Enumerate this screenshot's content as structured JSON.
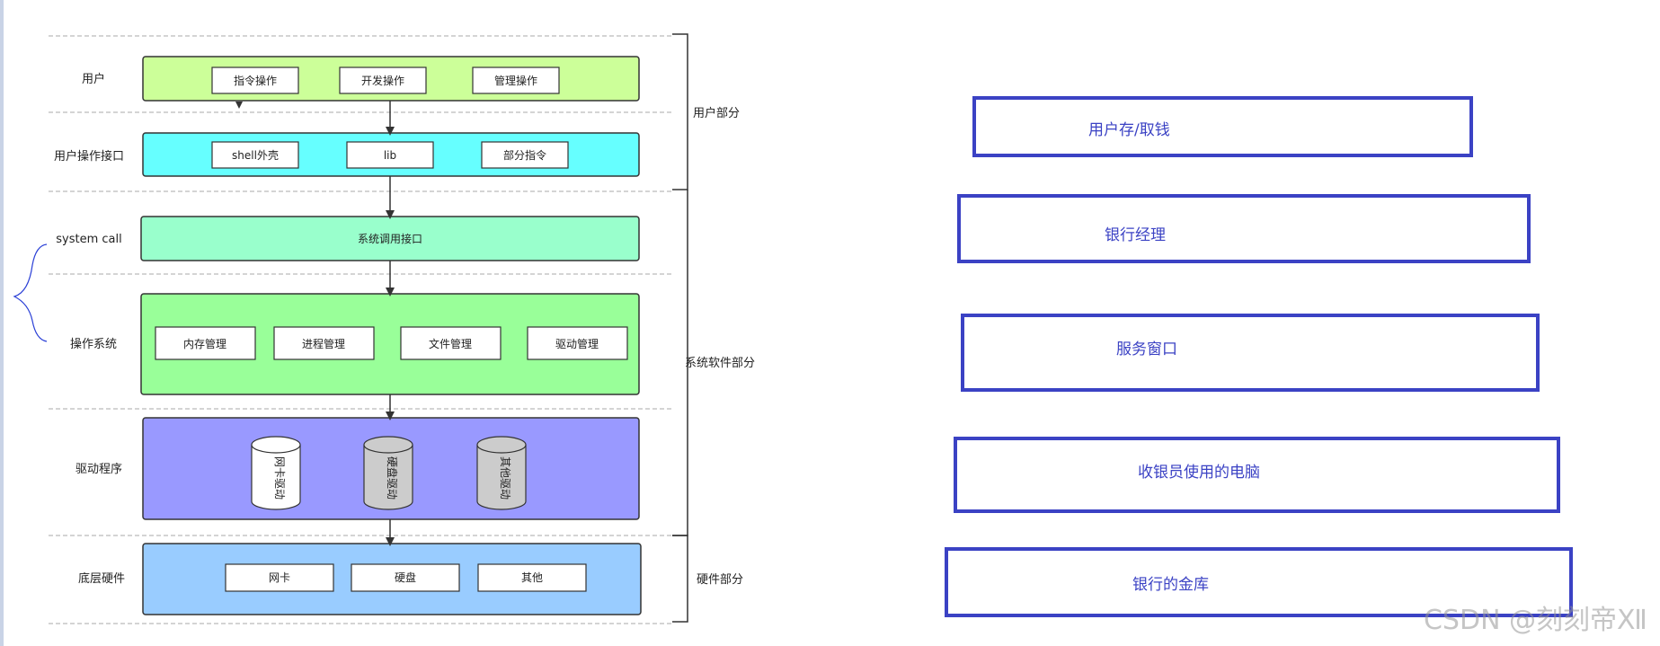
{
  "layers": {
    "user": {
      "label": "用户",
      "items": [
        "指令操作",
        "开发操作",
        "管理操作"
      ]
    },
    "interface": {
      "label": "用户操作接口",
      "items": [
        "shell外壳",
        "lib",
        "部分指令"
      ]
    },
    "syscall": {
      "label": "system call",
      "box": "系统调用接口"
    },
    "os": {
      "label": "操作系统",
      "items": [
        "内存管理",
        "进程管理",
        "文件管理",
        "驱动管理"
      ]
    },
    "driver": {
      "label": "驱动程序",
      "items": [
        "网卡驱动",
        "硬盘驱动",
        "其他驱动"
      ]
    },
    "hardware": {
      "label": "底层硬件",
      "items": [
        "网卡",
        "硬盘",
        "其他"
      ]
    }
  },
  "groups": {
    "user": "用户部分",
    "software": "系统软件部分",
    "hardware": "硬件部分"
  },
  "bank": [
    "用户存/取钱",
    "银行经理",
    "服务窗口",
    "收银员使用的电脑",
    "银行的金库"
  ],
  "watermark": "CSDN @刻刻帝Ⅻ",
  "colors": {
    "user": "#ccff99",
    "interface": "#66ffff",
    "syscall": "#99ffcc",
    "os": "#99ff99",
    "driver": "#9999ff",
    "hardware": "#99ccff",
    "bank": "#3b42c4"
  }
}
